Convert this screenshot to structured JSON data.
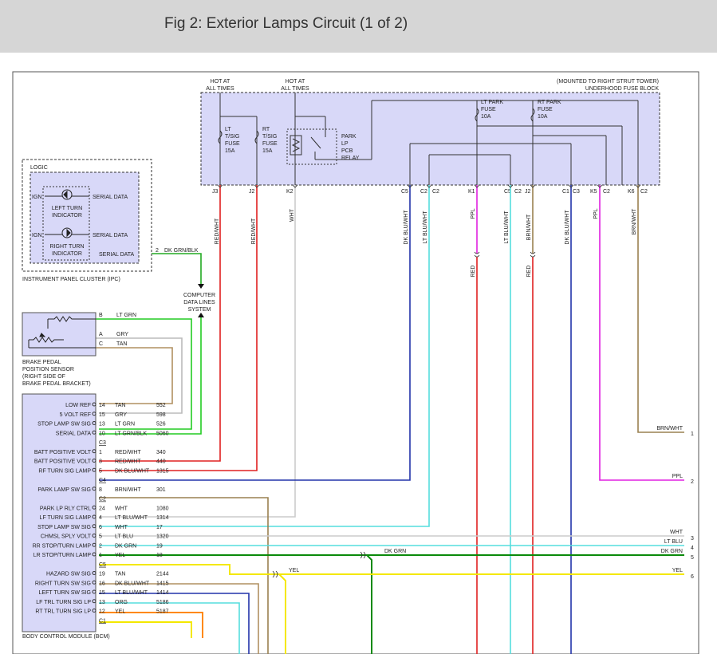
{
  "title": "Fig 2: Exterior Lamps Circuit (1 of 2)",
  "colors": {
    "red": "#e02020",
    "green": "#22cc22",
    "darkgreen": "#0a8a0a",
    "blue": "#2233aa",
    "cyan": "#44dddd",
    "magenta": "#e020e0",
    "yellow": "#f4e800",
    "brown": "#9a8050",
    "orange": "#ff8800",
    "gray": "#bbbbbb",
    "box": "#d8d8f8"
  },
  "fuse_block": {
    "label": "UNDERHOOD FUSE BLOCK",
    "mount": "(MOUNTED TO RIGHT STRUT TOWER)",
    "hot1": [
      "HOT AT",
      "ALL TIMES"
    ],
    "hot2": [
      "HOT AT",
      "ALL TIMES"
    ],
    "lt_fuse": [
      "LT",
      "T/SIG",
      "FUSE",
      "15A"
    ],
    "rt_fuse": [
      "RT",
      "T/SIG",
      "FUSE",
      "15A"
    ],
    "relay": [
      "PARK",
      "LP",
      "PCB",
      "RELAY"
    ],
    "lt_park": [
      "LT PARK",
      "FUSE",
      "10A"
    ],
    "rt_park": [
      "RT PARK",
      "FUSE",
      "10A"
    ],
    "connectors": [
      "J3",
      "J2",
      "K2",
      "C5",
      "C2",
      "C2",
      "K1",
      "C5",
      "C2",
      "J2",
      "C1",
      "C3",
      "K5",
      "C2",
      "K6",
      "C2"
    ]
  },
  "wires_top": [
    "RED/WHT",
    "RED/WHT",
    "WHT",
    "DK BLU/WHT",
    "LT BLU/WHT",
    "PPL",
    "LT BLU/WHT",
    "BRN/WHT",
    "DK BLU/WHT",
    "PPL",
    "BRN/WHT"
  ],
  "wires_lower": [
    "RED",
    "RED"
  ],
  "ipc": {
    "logic": "LOGIC",
    "ign1": "IGN",
    "serial1": "SERIAL DATA",
    "left_turn": [
      "LEFT TURN",
      "INDICATOR"
    ],
    "ign2": "IGN",
    "serial2": "SERIAL DATA",
    "right_turn": [
      "RIGHT TURN",
      "INDICATOR"
    ],
    "serial_out": "SERIAL DATA",
    "pin": "2",
    "wire": "DK GRN/BLK",
    "label": "INSTRUMENT PANEL CLUSTER (IPC)"
  },
  "cdls": [
    "COMPUTER",
    "DATA LINES",
    "SYSTEM"
  ],
  "bpps": {
    "pins": [
      {
        "pin": "B",
        "wire": "LT GRN"
      },
      {
        "pin": "A",
        "wire": "GRY"
      },
      {
        "pin": "C",
        "wire": "TAN"
      }
    ],
    "label": [
      "BRAKE PEDAL",
      "POSITION SENSOR",
      "(RIGHT SIDE OF",
      "BRAKE PEDAL BRACKET)"
    ]
  },
  "bcm": {
    "rows": [
      {
        "label": "LOW REF",
        "pin": "14",
        "wire": "TAN",
        "circuit": "552"
      },
      {
        "label": "5 VOLT REF",
        "pin": "15",
        "wire": "GRY",
        "circuit": "598"
      },
      {
        "label": "STOP LAMP SW SIG",
        "pin": "13",
        "wire": "LT GRN",
        "circuit": "526"
      },
      {
        "label": "SERIAL DATA",
        "pin": "10",
        "wire": "LT GRN/BLK",
        "circuit": "5060"
      },
      {
        "conn": "C3"
      },
      {
        "label": "BATT POSITIVE VOLT",
        "pin": "1",
        "wire": "RED/WHT",
        "circuit": "340"
      },
      {
        "label": "BATT POSITIVE VOLT",
        "pin": "3",
        "wire": "RED/WHT",
        "circuit": "440"
      },
      {
        "label": "RF TURN SIG LAMP",
        "pin": "5",
        "wire": "DK BLU/WHT",
        "circuit": "1315"
      },
      {
        "conn": "C4"
      },
      {
        "label": "PARK LAMP SW SIG",
        "pin": "8",
        "wire": "BRN/WHT",
        "circuit": "301"
      },
      {
        "conn": "C2"
      },
      {
        "label": "PARK LP RLY CTRL",
        "pin": "24",
        "wire": "WHT",
        "circuit": "1080"
      },
      {
        "label": "LF TURN SIG LAMP",
        "pin": "4",
        "wire": "LT BLU/WHT",
        "circuit": "1314"
      },
      {
        "label": "STOP LAMP SW SIG",
        "pin": "6",
        "wire": "WHT",
        "circuit": "17"
      },
      {
        "label": "CHMSL SPLY VOLT",
        "pin": "5",
        "wire": "LT BLU",
        "circuit": "1320"
      },
      {
        "label": "RR STOP/TURN LAMP",
        "pin": "2",
        "wire": "DK GRN",
        "circuit": "19"
      },
      {
        "label": "LR STOP/TURN LAMP",
        "pin": "1",
        "wire": "YEL",
        "circuit": "18"
      },
      {
        "conn": "C5"
      },
      {
        "label": "HAZARD SW SIG",
        "pin": "19",
        "wire": "TAN",
        "circuit": "2144"
      },
      {
        "label": "RIGHT TURN SW SIG",
        "pin": "16",
        "wire": "DK BLU/WHT",
        "circuit": "1415"
      },
      {
        "label": "LEFT TURN SW SIG",
        "pin": "15",
        "wire": "LT BLU/WHT",
        "circuit": "1414"
      },
      {
        "label": "LF TRL TURN SIG LP",
        "pin": "13",
        "wire": "ORG",
        "circuit": "5186"
      },
      {
        "label": "RT TRL TURN SIG LP",
        "pin": "12",
        "wire": "YEL",
        "circuit": "5187"
      },
      {
        "conn": "C1"
      }
    ],
    "label": "BODY CONTROL MODULE (BCM)"
  },
  "right_outputs": [
    {
      "wire": "BRN/WHT",
      "num": "1"
    },
    {
      "wire": "PPL",
      "num": "2"
    },
    {
      "wire": "WHT",
      "num": "3"
    },
    {
      "wire": "LT BLU",
      "num": "4"
    },
    {
      "wire": "DK GRN",
      "num": "5"
    },
    {
      "wire": "YEL",
      "num": "6"
    }
  ],
  "mid_labels": {
    "dk_grn": "DK GRN",
    "yel": "YEL"
  }
}
